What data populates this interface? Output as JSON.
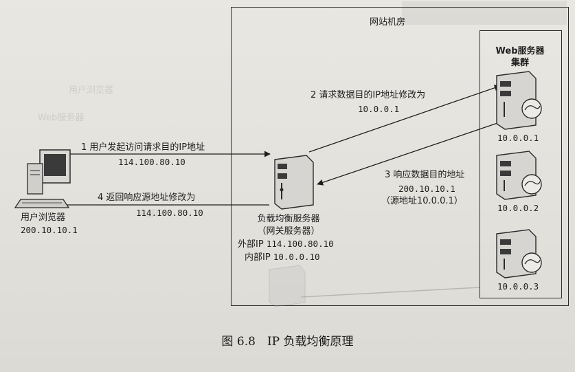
{
  "room": {
    "title": "网站机房"
  },
  "cluster": {
    "title_line1": "Web服务器",
    "title_line2": "集群"
  },
  "client": {
    "name": "用户浏览器",
    "ip": "200.10.10.1"
  },
  "load_balancer": {
    "name": "负载均衡服务器",
    "subtitle": "（网关服务器）",
    "external_label": "外部IP",
    "external_ip": "114.100.80.10",
    "internal_label": "内部IP",
    "internal_ip": "10.0.0.10"
  },
  "servers": [
    {
      "ip": "10.0.0.1"
    },
    {
      "ip": "10.0.0.2"
    },
    {
      "ip": "10.0.0.3"
    }
  ],
  "steps": [
    {
      "text": "1 用户发起访问请求目的IP地址",
      "ip": "114.100.80.10"
    },
    {
      "text": "2 请求数据目的IP地址修改为",
      "ip": "10.0.0.1"
    },
    {
      "text": "3 响应数据目的地址",
      "ip": "200.10.10.1",
      "note": "（源地址10.0.0.1）"
    },
    {
      "text": "4 返回响应源地址修改为",
      "ip": "114.100.80.10"
    }
  ],
  "caption": "图 6.8　IP 负载均衡原理"
}
